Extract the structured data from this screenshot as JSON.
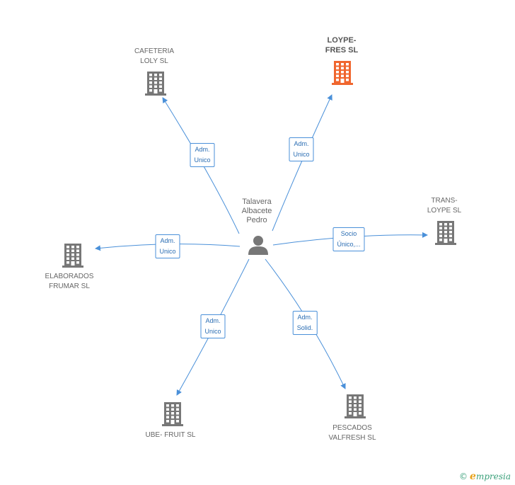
{
  "center": {
    "name_lines": [
      "Talavera",
      "Albacete",
      "Pedro"
    ],
    "icon": "person-icon"
  },
  "nodes": [
    {
      "id": "cafeteria",
      "lines": [
        "CAFETERIA",
        "LOLY  SL"
      ],
      "highlight": false,
      "icon": "building-icon"
    },
    {
      "id": "loype",
      "lines": [
        "LOYPE-",
        "FRES SL"
      ],
      "highlight": true,
      "icon": "building-icon"
    },
    {
      "id": "trans",
      "lines": [
        "TRANS-",
        "LOYPE  SL"
      ],
      "highlight": false,
      "icon": "building-icon"
    },
    {
      "id": "elaborados",
      "lines": [
        "ELABORADOS",
        "FRUMAR SL"
      ],
      "highlight": false,
      "icon": "building-icon"
    },
    {
      "id": "ube",
      "lines": [
        "UBE- FRUIT SL"
      ],
      "highlight": false,
      "icon": "building-icon"
    },
    {
      "id": "pescados",
      "lines": [
        "PESCADOS",
        "VALFRESH  SL"
      ],
      "highlight": false,
      "icon": "building-icon"
    }
  ],
  "edges": [
    {
      "to": "cafeteria",
      "lines": [
        "Adm.",
        "Unico"
      ]
    },
    {
      "to": "loype",
      "lines": [
        "Adm.",
        "Unico"
      ]
    },
    {
      "to": "trans",
      "lines": [
        "Socio",
        "Único,..."
      ]
    },
    {
      "to": "elaborados",
      "lines": [
        "Adm.",
        "Unico"
      ]
    },
    {
      "to": "ube",
      "lines": [
        "Adm.",
        "Unico"
      ]
    },
    {
      "to": "pescados",
      "lines": [
        "Adm.",
        "Solid."
      ]
    }
  ],
  "colors": {
    "building": "#777777",
    "highlight": "#f0662e",
    "edge": "#4a90d9",
    "person": "#777777"
  },
  "footer": {
    "copyright": "©",
    "brand_initial": "e",
    "brand_rest": "mpresia"
  }
}
